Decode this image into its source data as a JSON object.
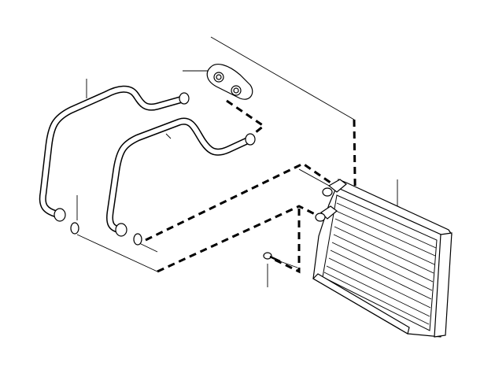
{
  "diagram": {
    "type": "exploded-parts-view",
    "parts": [
      {
        "name": "heater-core-radiator"
      },
      {
        "name": "inlet-pipe"
      },
      {
        "name": "outlet-pipe"
      },
      {
        "name": "connection-flange"
      },
      {
        "name": "o-ring-seal-1"
      },
      {
        "name": "o-ring-seal-2"
      },
      {
        "name": "mounting-screw"
      }
    ],
    "colors": {
      "line": "#000000",
      "background": "#ffffff"
    }
  }
}
